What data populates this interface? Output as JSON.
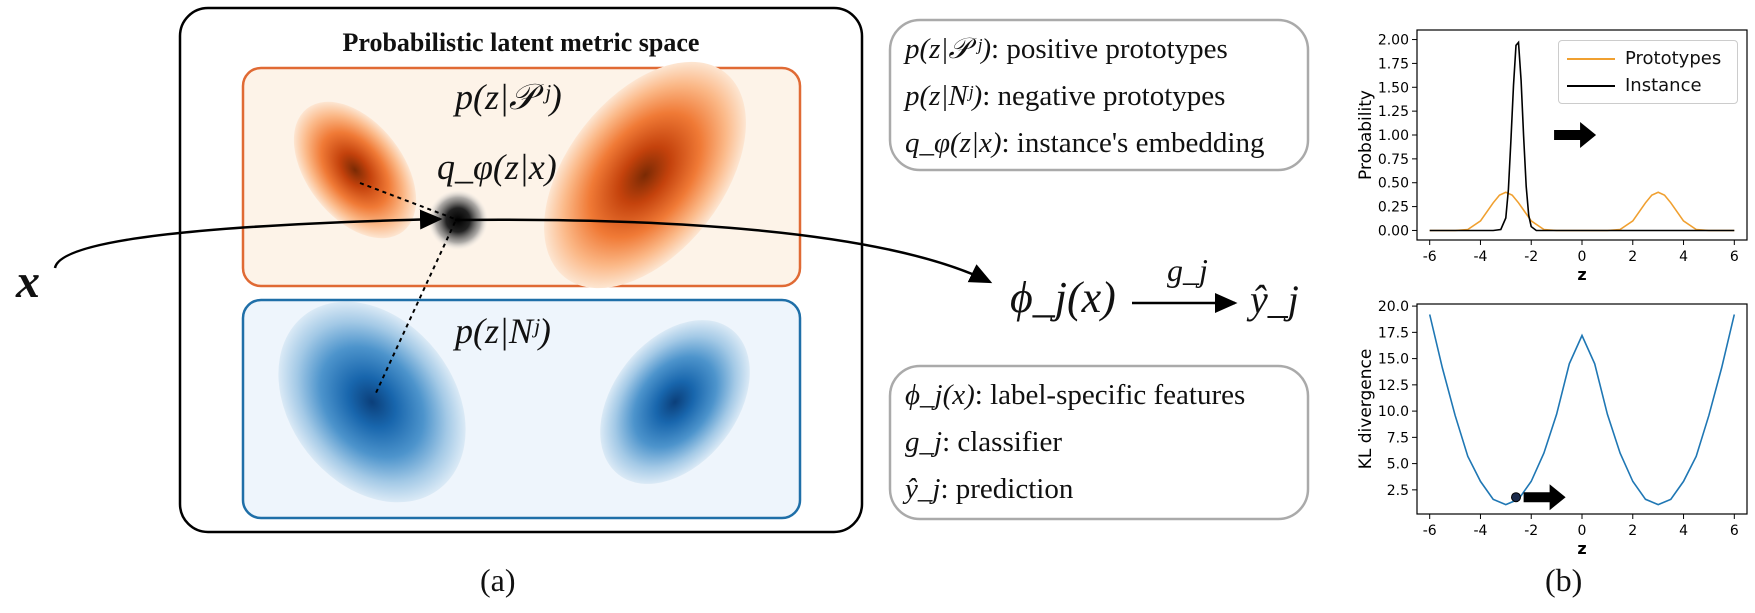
{
  "panel_a": {
    "title": "Probabilistic latent metric space",
    "label_positive": "p(z|𝒫 ʲ)",
    "label_negative": "p(z|Nʲ)",
    "label_instance": "q_φ(z|x)",
    "input_label": "x",
    "feature_label": "ϕ_j(x)",
    "classifier_label": "g_j",
    "prediction_label": "ŷ_j",
    "caption": "(a)"
  },
  "legend_top": {
    "items": [
      {
        "math": "p(z|𝒫 ʲ)",
        "text": ": positive prototypes"
      },
      {
        "math": "p(z|Nʲ)",
        "text": ": negative prototypes"
      },
      {
        "math": "q_φ(z|x)",
        "text": ": instance's embedding"
      }
    ]
  },
  "legend_bottom": {
    "items": [
      {
        "math": "ϕ_j(x)",
        "text": ": label-specific features"
      },
      {
        "math": "g_j",
        "text": ": classifier"
      },
      {
        "math": "ŷ_j",
        "text": ": prediction"
      }
    ]
  },
  "panel_b": {
    "caption": "(b)"
  },
  "colors": {
    "prototype": "#f0a030",
    "instance": "#000000",
    "kl_line": "#1f77b4",
    "positive_box_border": "#e06a34",
    "positive_box_fill": "#fdf3e8",
    "negative_box_border": "#1f6fa8",
    "negative_box_fill": "#eef5fc"
  },
  "chart_data": [
    {
      "type": "line",
      "xlabel": "z",
      "ylabel": "Probability",
      "xlim": [
        -6.5,
        6.5
      ],
      "ylim": [
        -0.1,
        2.1
      ],
      "xticks": [
        -6,
        -4,
        -2,
        0,
        2,
        4,
        6
      ],
      "yticks": [
        "0.00",
        "0.25",
        "0.50",
        "0.75",
        "1.00",
        "1.25",
        "1.50",
        "1.75",
        "2.00"
      ],
      "legend_position": "top-right",
      "grid": false,
      "series": [
        {
          "name": "Prototypes",
          "color": "#f0a030",
          "x": [
            -6,
            -5,
            -4.5,
            -4,
            -3.5,
            -3.25,
            -3,
            -2.75,
            -2.5,
            -2,
            -1.5,
            -1,
            0,
            1,
            1.5,
            2,
            2.5,
            2.75,
            3,
            3.25,
            3.5,
            4,
            4.5,
            5,
            6
          ],
          "y": [
            0,
            0,
            0.01,
            0.1,
            0.29,
            0.37,
            0.4,
            0.37,
            0.29,
            0.1,
            0.01,
            0,
            0,
            0,
            0.01,
            0.1,
            0.29,
            0.37,
            0.4,
            0.37,
            0.29,
            0.1,
            0.01,
            0,
            0
          ]
        },
        {
          "name": "Instance",
          "color": "#000000",
          "x": [
            -6,
            -3.5,
            -3.2,
            -3.0,
            -2.9,
            -2.8,
            -2.7,
            -2.6,
            -2.5,
            -2.4,
            -2.3,
            -2.2,
            -2.1,
            -2.0,
            -1.8,
            6
          ],
          "y": [
            0,
            0,
            0.01,
            0.13,
            0.43,
            0.94,
            1.52,
            1.94,
            1.97,
            1.57,
            0.99,
            0.46,
            0.16,
            0.04,
            0,
            0
          ]
        }
      ]
    },
    {
      "type": "line",
      "xlabel": "z",
      "ylabel": "KL divergence",
      "xlim": [
        -6.5,
        6.5
      ],
      "ylim": [
        0.2,
        20.2
      ],
      "xticks": [
        -6,
        -4,
        -2,
        0,
        2,
        4,
        6
      ],
      "yticks": [
        "2.5",
        "5.0",
        "7.5",
        "10.0",
        "12.5",
        "15.0",
        "17.5",
        "20.0"
      ],
      "grid": false,
      "series": [
        {
          "color": "#1f77b4",
          "x": [
            -6,
            -5.5,
            -5,
            -4.5,
            -4,
            -3.5,
            -3,
            -2.5,
            -2,
            -1.5,
            -1,
            -0.5,
            0,
            0.5,
            1,
            1.5,
            2,
            2.5,
            3,
            3.5,
            4,
            4.5,
            5,
            5.5,
            6
          ],
          "y": [
            19.2,
            14.1,
            9.6,
            5.7,
            3.3,
            1.6,
            1.1,
            1.6,
            3.3,
            6.0,
            9.7,
            14.5,
            17.2,
            14.5,
            9.7,
            6.0,
            3.3,
            1.6,
            1.1,
            1.6,
            3.3,
            5.7,
            9.6,
            14.1,
            19.2
          ]
        }
      ],
      "marker_point": {
        "x": -2.6,
        "y": 1.8
      }
    }
  ]
}
